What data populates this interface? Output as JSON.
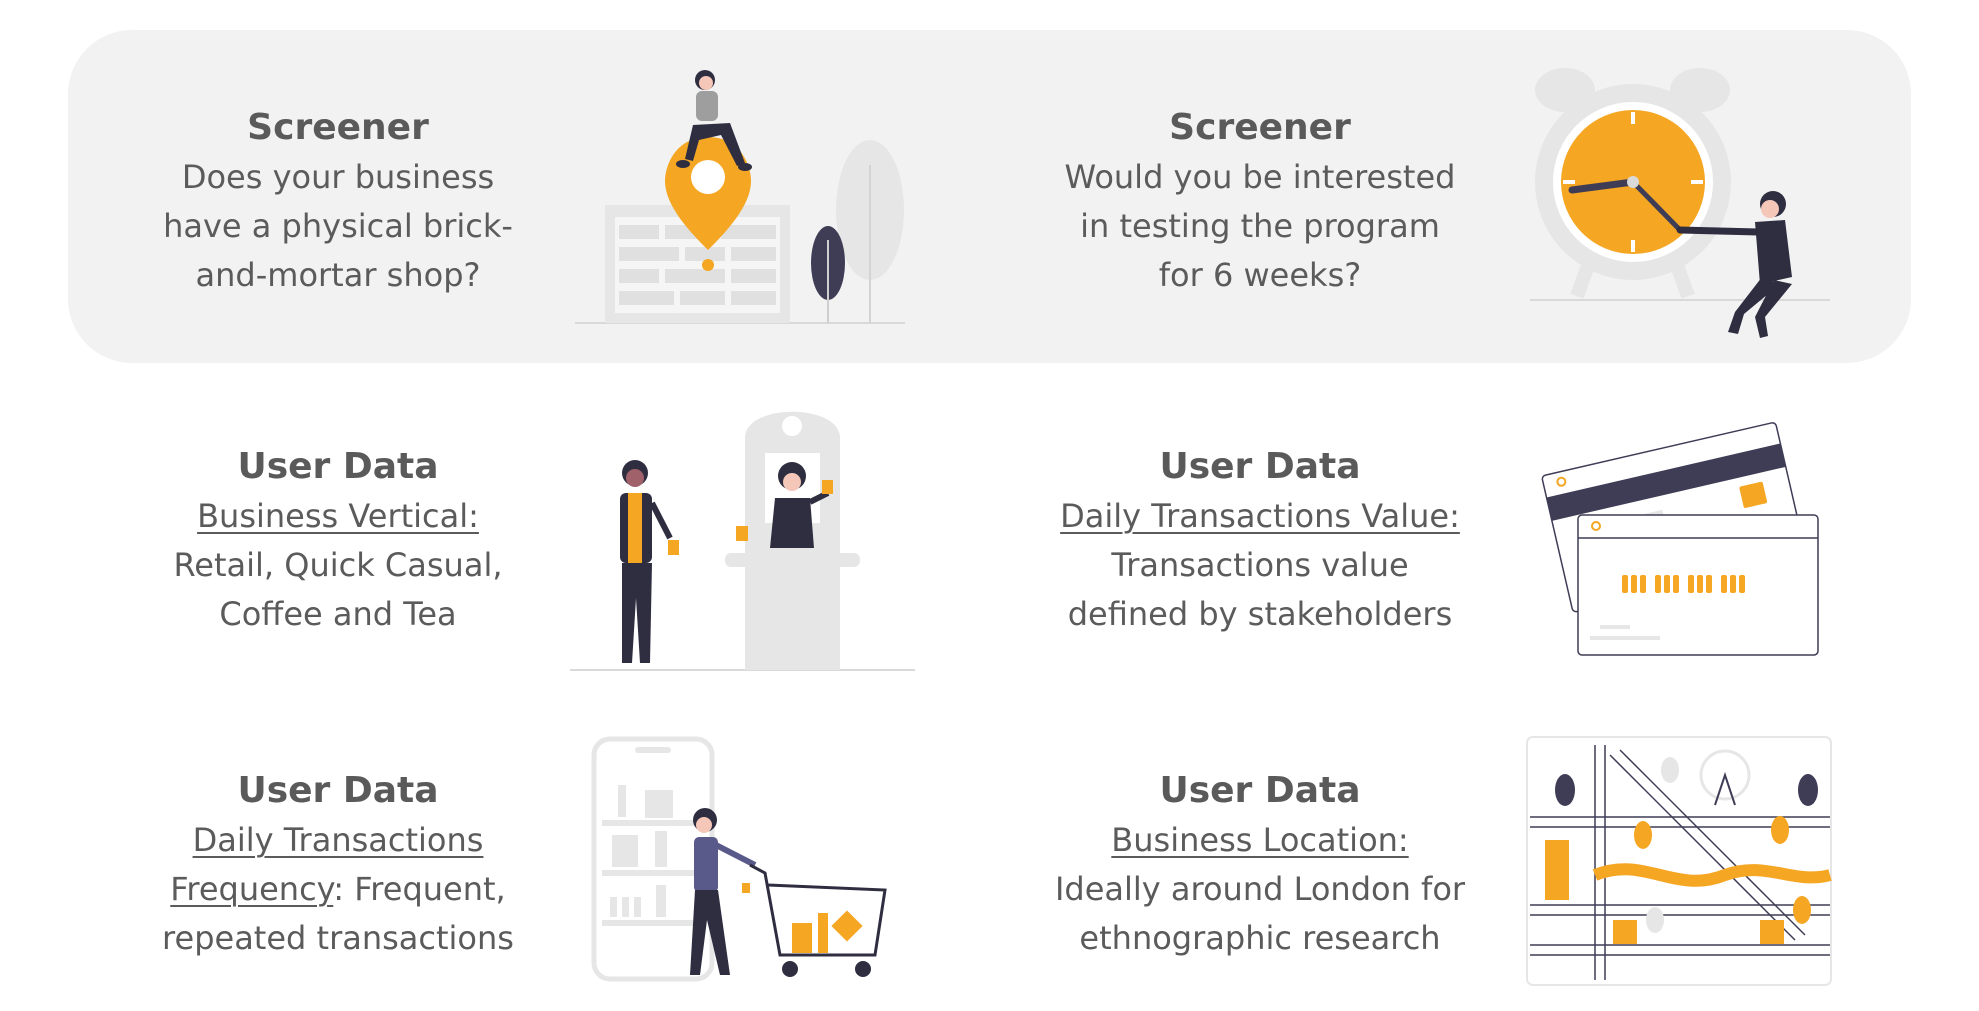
{
  "colors": {
    "panel": "#f2f2f2",
    "accent": "#f5a623",
    "dark": "#3f3d56",
    "text": "#5a5a5a",
    "light": "#e6e6e6"
  },
  "cards": [
    {
      "heading": "Screener",
      "lines": [
        "Does your business",
        "have a physical brick-",
        "and-mortar shop?"
      ],
      "illustration": "shop-location-pin-illustration"
    },
    {
      "heading": "Screener",
      "lines": [
        "Would you be interested",
        "in testing the program",
        "for 6 weeks?"
      ],
      "illustration": "alarm-clock-illustration"
    },
    {
      "heading": "User Data",
      "underlined": "Business Vertical:",
      "lines": [
        "Retail, Quick Casual,",
        "Coffee and Tea"
      ],
      "illustration": "coffee-shop-illustration"
    },
    {
      "heading": "User Data",
      "underlined": "Daily Transactions Value:",
      "lines": [
        "Transactions value",
        "defined by stakeholders"
      ],
      "illustration": "credit-cards-illustration"
    },
    {
      "heading": "User Data",
      "underlined_a": "Daily Transactions",
      "underlined_b": "Frequency",
      "rest_b": ": Frequent,",
      "lines": [
        "repeated transactions"
      ],
      "illustration": "shopping-cart-illustration"
    },
    {
      "heading": "User Data",
      "underlined": "Business Location:",
      "lines": [
        "Ideally around London for",
        "ethnographic research"
      ],
      "illustration": "city-map-illustration"
    }
  ]
}
